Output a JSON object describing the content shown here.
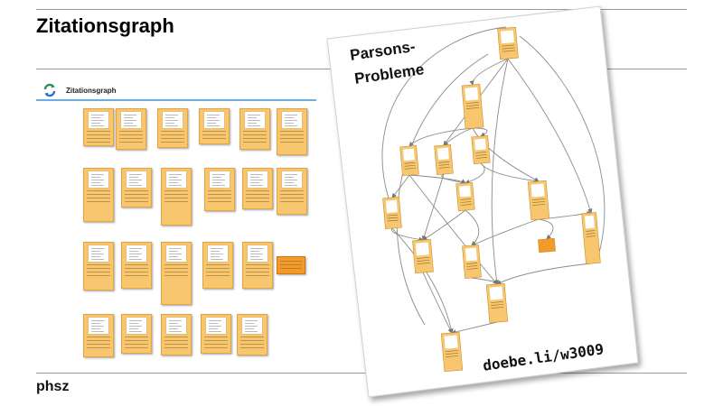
{
  "slide": {
    "title": "Zitationsgraph",
    "footer": "phsz"
  },
  "screenshot": {
    "title": "Zitationsgraph",
    "logo_icon": "refresh-arrows-icon",
    "card_color": "#f7c66f",
    "highlight_card_color": "#f39a2a",
    "header_line_color": "#6aaee4"
  },
  "poster": {
    "title_line1": "Parsons-",
    "title_line2": "Probleme",
    "url": "doebe.li/w3009",
    "node_color": "#f7c66f",
    "highlight_node_color": "#f39a2a"
  }
}
